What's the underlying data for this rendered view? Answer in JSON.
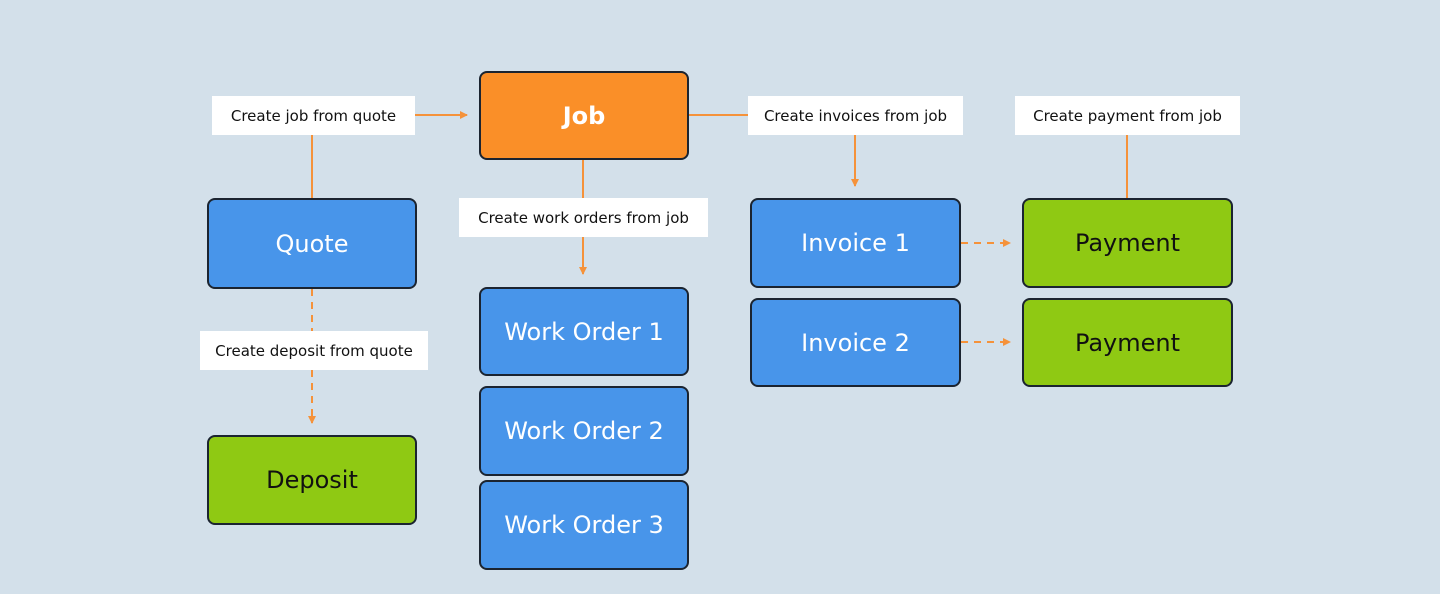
{
  "colors": {
    "background": "#d3e0ea",
    "job": "#fa8f28",
    "document": "#4895ea",
    "payment": "#8fc913",
    "connector": "#f5923a",
    "border": "#1b2430"
  },
  "nodes": {
    "job": "Job",
    "quote": "Quote",
    "deposit": "Deposit",
    "work_orders": [
      "Work Order 1",
      "Work Order 2",
      "Work Order 3"
    ],
    "invoices": [
      "Invoice 1",
      "Invoice 2"
    ],
    "payments": [
      "Payment",
      "Payment"
    ]
  },
  "labels": {
    "job_from_quote": "Create job from quote",
    "work_orders_from_job": "Create work orders from job",
    "invoices_from_job": "Create invoices from job",
    "payment_from_job": "Create payment from job",
    "deposit_from_quote": "Create deposit from quote"
  }
}
